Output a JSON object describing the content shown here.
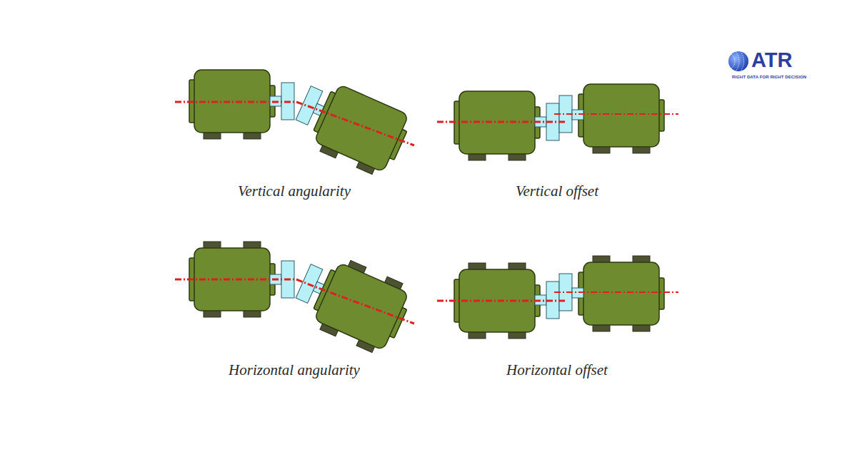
{
  "diagram": {
    "labels": [
      "Vertical angularity",
      "Vertical offset",
      "Horizontal angularity",
      "Horizontal offset",
      "ATR",
      "RIGHT DATA FOR RIGHT DECISION"
    ]
  }
}
